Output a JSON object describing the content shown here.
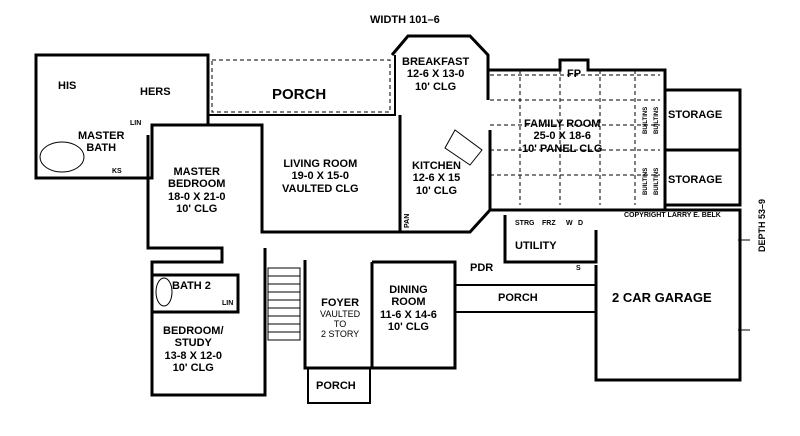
{
  "dimensions": {
    "width": "WIDTH  101–6",
    "depth": "DEPTH  53–9"
  },
  "copyright": "COPYRIGHT LARRY E. BELK",
  "rooms": {
    "his": "HIS",
    "hers": "HERS",
    "porch_rear": "PORCH",
    "breakfast": {
      "name": "BREAKFAST",
      "size": "12-6 X 13-0",
      "clg": "10' CLG"
    },
    "storage_1": "STORAGE",
    "storage_2": "STORAGE",
    "family_room": {
      "name": "FAMILY ROOM",
      "size": "25-0 X 18-6",
      "clg": "10' PANEL CLG"
    },
    "fireplace": "FP",
    "master_bath": {
      "line1": "MASTER",
      "line2": "BATH"
    },
    "lin_1": "LIN",
    "ks": "KS",
    "master_bedroom": {
      "name1": "MASTER",
      "name2": "BEDROOM",
      "size": "18-0 X 21-0",
      "clg": "10' CLG"
    },
    "living_room": {
      "name": "LIVING ROOM",
      "size": "19-0 X 15-0",
      "clg": "VAULTED CLG"
    },
    "kitchen": {
      "name": "KITCHEN",
      "size": "12-6 X 15",
      "clg": "10' CLG"
    },
    "pan": "PAN",
    "utility": "UTILITY",
    "strg": "STRG",
    "frz": "FRZ",
    "w": "W",
    "d": "D",
    "s": "S",
    "bath_2": "BATH 2",
    "lin_2": "LIN",
    "pdr": "PDR",
    "foyer": {
      "name": "FOYER",
      "note1": "VAULTED",
      "note2": "TO",
      "note3": "2 STORY"
    },
    "dining_room": {
      "name1": "DINING",
      "name2": "ROOM",
      "size": "11-6 X 14-6",
      "clg": "10' CLG"
    },
    "porch_side": "PORCH",
    "garage": "2 CAR GARAGE",
    "bedroom_study": {
      "name1": "BEDROOM/",
      "name2": "STUDY",
      "size": "13-8 X 12-0",
      "clg": "10' CLG"
    },
    "porch_front": "PORCH",
    "bookshelves": "BUILTINS"
  }
}
